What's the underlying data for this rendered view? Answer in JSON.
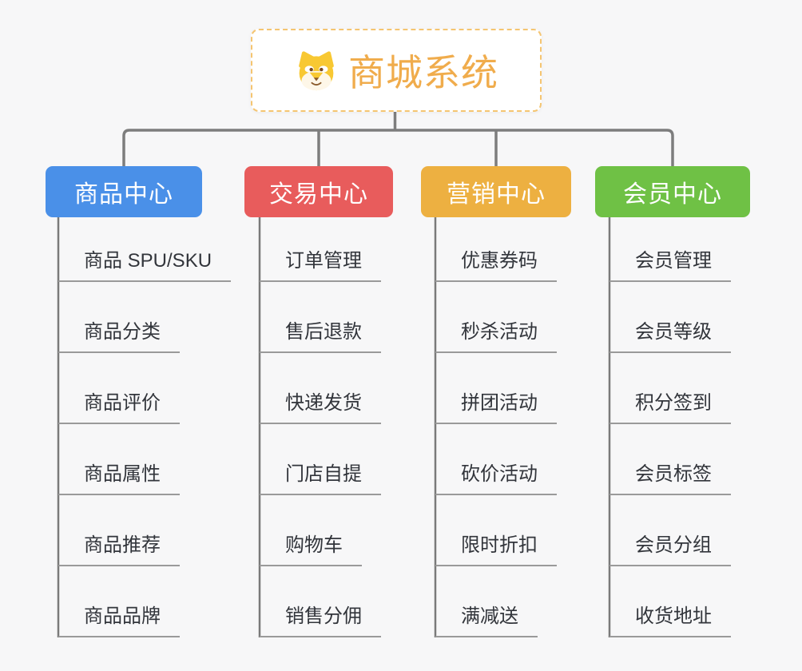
{
  "root": {
    "title": "商城系统",
    "title_color": "#F0AC4C",
    "border_color": "#F5C571",
    "icon": "shiba-dog-icon"
  },
  "branches": [
    {
      "label": "商品中心",
      "color": "#4A90E8",
      "items": [
        "商品 SPU/SKU",
        "商品分类",
        "商品评价",
        "商品属性",
        "商品推荐",
        "商品品牌"
      ]
    },
    {
      "label": "交易中心",
      "color": "#E85C5C",
      "items": [
        "订单管理",
        "售后退款",
        "快递发货",
        "门店自提",
        "购物车",
        "销售分佣"
      ]
    },
    {
      "label": "营销中心",
      "color": "#EDB041",
      "items": [
        "优惠券码",
        "秒杀活动",
        "拼团活动",
        "砍价活动",
        "限时折扣",
        "满减送"
      ]
    },
    {
      "label": "会员中心",
      "color": "#6FC145",
      "items": [
        "会员管理",
        "会员等级",
        "积分签到",
        "会员标签",
        "会员分组",
        "收货地址"
      ]
    }
  ],
  "colors": {
    "page_background": "#F7F7F8",
    "connector": "#7D7D7D",
    "column_line": "#7A7A7A",
    "underline": "#9A9A9A",
    "item_text": "#32353B"
  }
}
